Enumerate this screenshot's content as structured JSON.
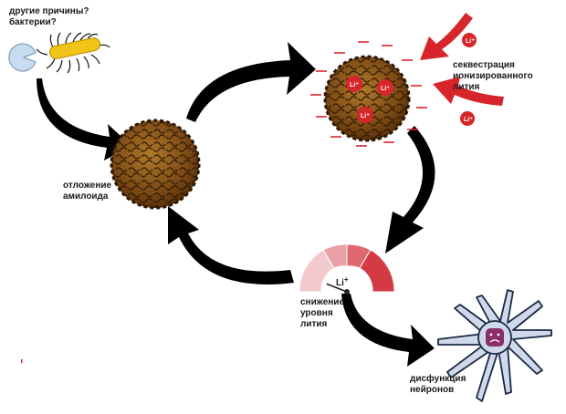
{
  "labels": {
    "other_causes": [
      "другие причины?",
      "бактерии?"
    ],
    "amyloid": [
      "отложение",
      "амилоида"
    ],
    "sequestration": [
      "секвестрация",
      "ионизированного",
      "лития"
    ],
    "lithium_drop": [
      "снижение",
      "уровня",
      "лития"
    ],
    "neuron_dysfunction": [
      "дисфункция",
      "нейронов"
    ]
  },
  "gauge": {
    "symbol": "Li",
    "charge": "+",
    "level": 0.12
  },
  "ion": {
    "symbol": "Li",
    "charge": "+"
  },
  "colors": {
    "ion_red": "#d7262b",
    "arrow_red": "#d7262b",
    "gauge_dark": "#d43a44",
    "gauge_mid": "#e06870",
    "gauge_light": "#f2c9cc",
    "amyloid_brown": "#8a5418",
    "neuron_blue": "#cfd9ea",
    "nucleus_purple": "#8a2f6a",
    "bacterium_yellow": "#f2c418",
    "cycle_arrow": "#000000"
  }
}
